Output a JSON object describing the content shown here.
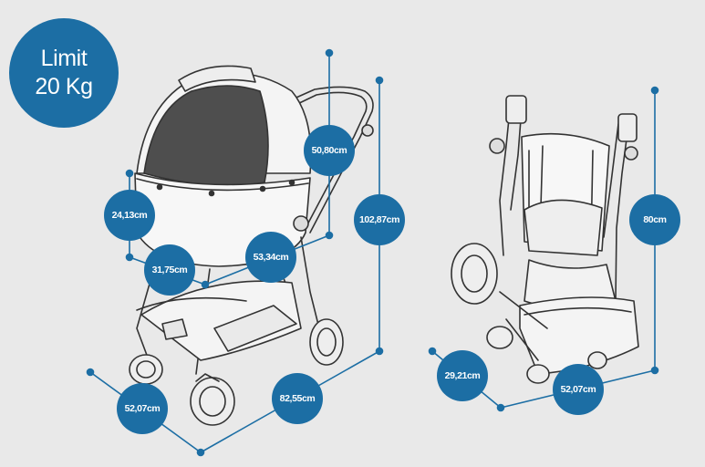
{
  "limit_badge": {
    "line1": "Limit",
    "line2": "20 Kg"
  },
  "dimensions": {
    "d1": "50,80cm",
    "d2": "24,13cm",
    "d3": "102,87cm",
    "d4": "31,75cm",
    "d5": "53,34cm",
    "d6": "52,07cm",
    "d7": "82,55cm",
    "d8": "80cm",
    "d9": "29,21cm",
    "d10": "52,07cm"
  },
  "colors": {
    "badge": "#1c6ea4",
    "background": "#e9e9e9",
    "line": "#1c6ea4",
    "drawing": "#333333"
  }
}
